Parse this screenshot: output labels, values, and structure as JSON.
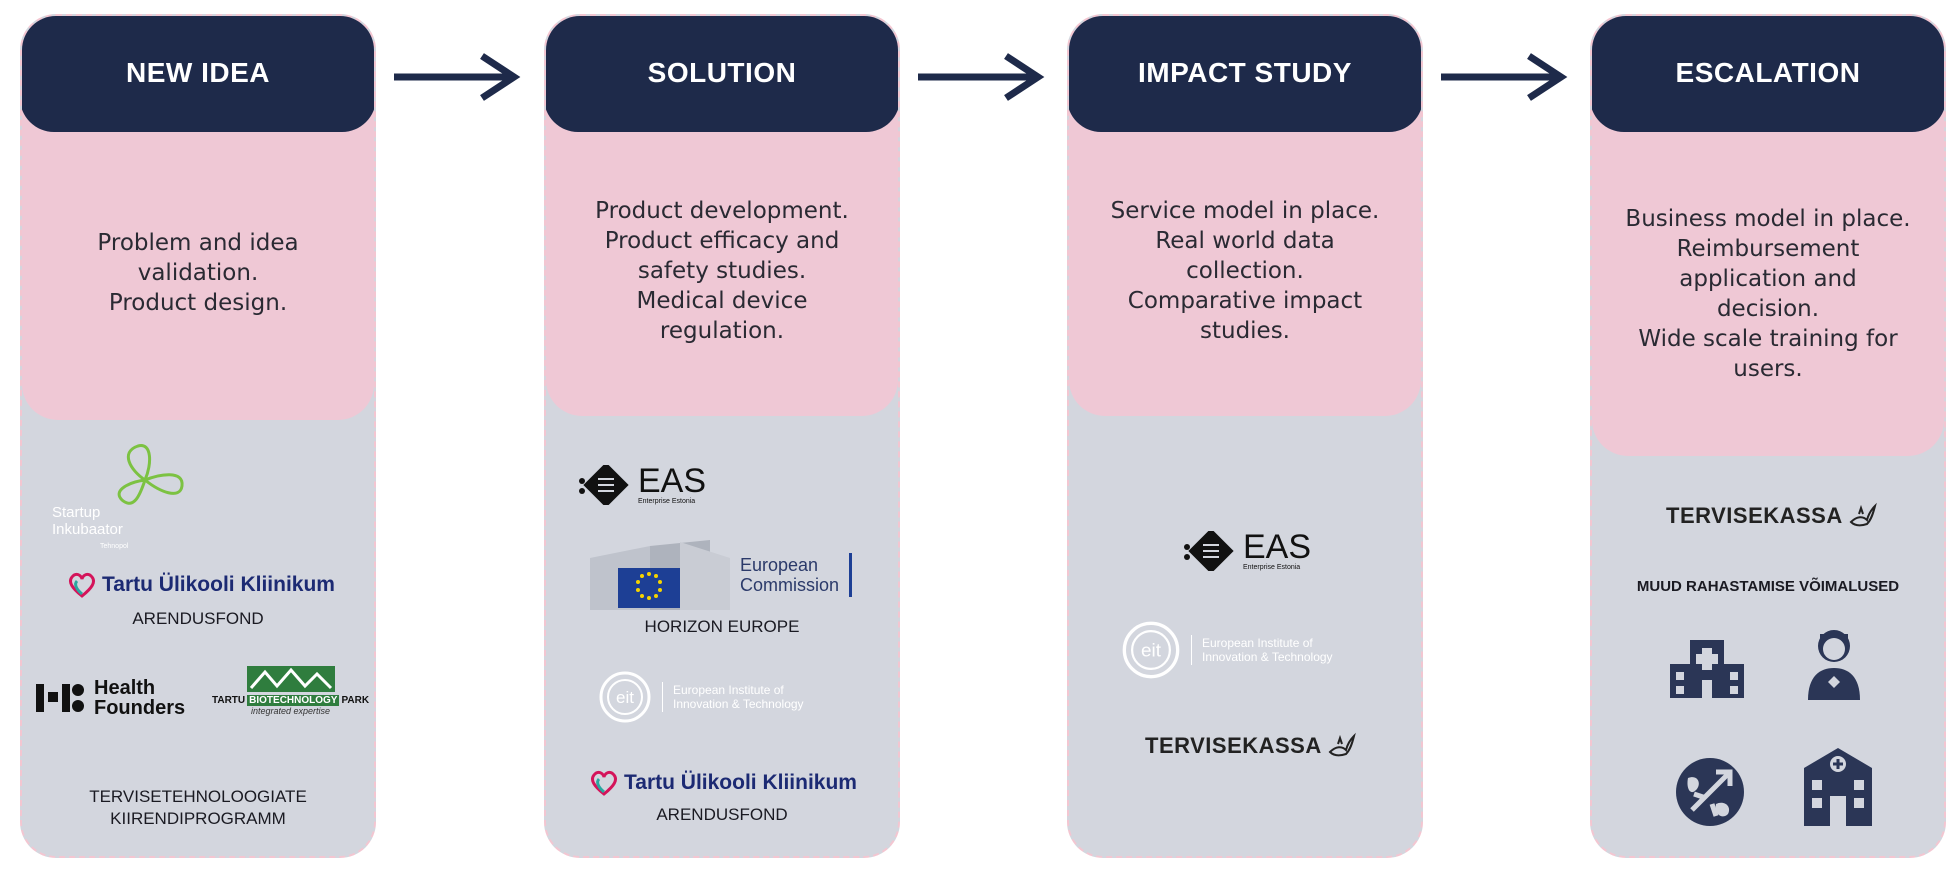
{
  "stages": [
    {
      "title": "NEW IDEA",
      "description": [
        "Problem and idea",
        "validation.",
        "Product design."
      ],
      "partners": {
        "startup_name_line1": "Startup",
        "startup_name_line2": "Inkubaator",
        "startup_sub": "Tehnopol",
        "tartu_clinic": "Tartu Ülikooli Kliinikum",
        "tartu_clinic_caption": "ARENDUSFOND",
        "health_founders_line1": "Health",
        "health_founders_line2": "Founders",
        "tbp_left": "TARTU",
        "tbp_mid": "BIOTECHNOLOGY",
        "tbp_right": "PARK",
        "tbp_sub": "integrated expertise",
        "program_line1": "TERVISETEHNOLOOGIATE",
        "program_line2": "KIIRENDIPROGRAMM"
      }
    },
    {
      "title": "SOLUTION",
      "description": [
        "Product development.",
        "Product efficacy and",
        "safety studies.",
        "Medical device",
        "regulation."
      ],
      "partners": {
        "eas": "EAS",
        "eas_sub": "Enterprise Estonia",
        "ec_line1": "European",
        "ec_line2": "Commission",
        "ec_caption": "HORIZON EUROPE",
        "eit_line1": "European Institute of",
        "eit_line2": "Innovation & Technology",
        "tartu_clinic": "Tartu Ülikooli Kliinikum",
        "tartu_clinic_caption": "ARENDUSFOND"
      }
    },
    {
      "title": "IMPACT STUDY",
      "description": [
        "Service model in place.",
        "Real world data",
        "collection.",
        "Comparative impact",
        "studies."
      ],
      "partners": {
        "eas": "EAS",
        "eas_sub": "Enterprise Estonia",
        "eit_line1": "European Institute of",
        "eit_line2": "Innovation & Technology",
        "tervisekassa": "TERVISEKASSA"
      }
    },
    {
      "title": "ESCALATION",
      "description": [
        "Business model in place.",
        "Reimbursement",
        "application and",
        "decision.",
        "Wide scale training for",
        "users."
      ],
      "partners": {
        "tervisekassa": "TERVISEKASSA",
        "other_funding": "MUUD RAHASTAMISE VÕIMALUSED",
        "icons": [
          "hospital-icon",
          "doctor-icon",
          "globe-plane-icon",
          "clinic-building-icon"
        ]
      }
    }
  ],
  "colors": {
    "header": "#1e2a4a",
    "pink": "#efc8d5",
    "grey": "#d3d6de",
    "tartu_blue": "#1c2a73",
    "green": "#7cc242"
  }
}
